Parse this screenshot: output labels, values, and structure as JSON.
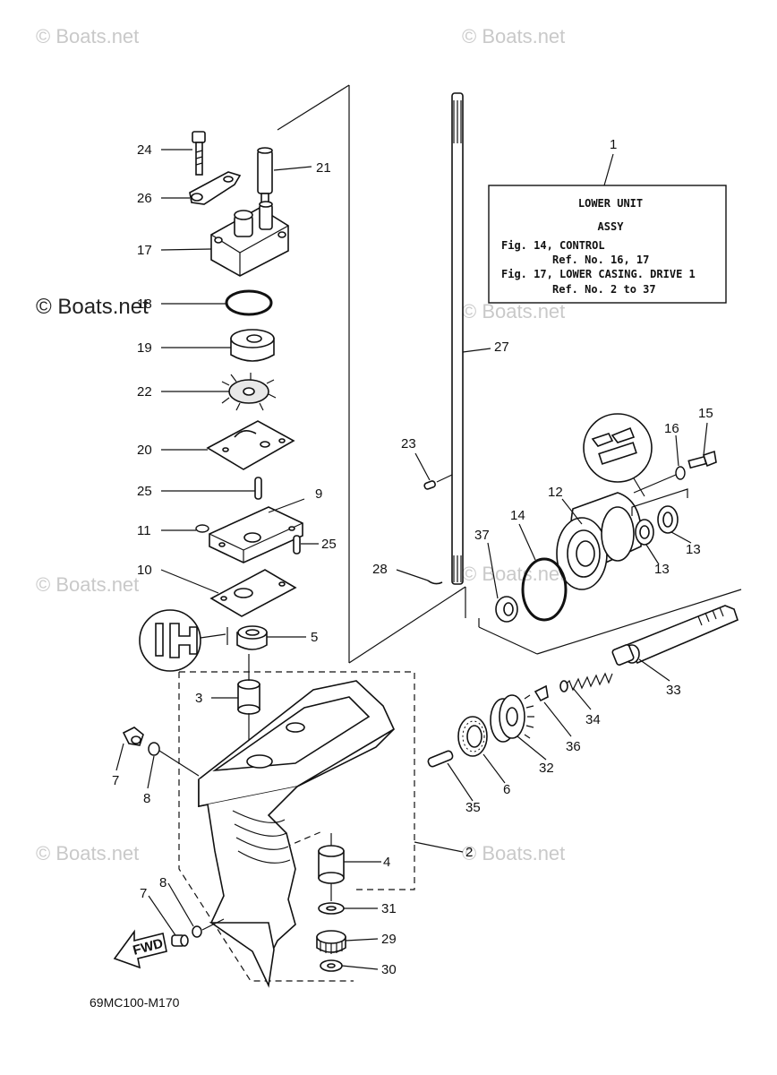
{
  "watermark": {
    "text": "© Boats.net"
  },
  "callouts": [
    {
      "id": "c24",
      "text": "24"
    },
    {
      "id": "c21",
      "text": "21"
    },
    {
      "id": "c26",
      "text": "26"
    },
    {
      "id": "c17",
      "text": "17"
    },
    {
      "id": "c18",
      "text": "18"
    },
    {
      "id": "c19",
      "text": "19"
    },
    {
      "id": "c22",
      "text": "22"
    },
    {
      "id": "c20",
      "text": "20"
    },
    {
      "id": "c25a",
      "text": "25"
    },
    {
      "id": "c9",
      "text": "9"
    },
    {
      "id": "c11",
      "text": "11"
    },
    {
      "id": "c25b",
      "text": "25"
    },
    {
      "id": "c10",
      "text": "10"
    },
    {
      "id": "c5",
      "text": "5"
    },
    {
      "id": "c3",
      "text": "3"
    },
    {
      "id": "c7a",
      "text": "7"
    },
    {
      "id": "c8a",
      "text": "8"
    },
    {
      "id": "c8b",
      "text": "8"
    },
    {
      "id": "c7b",
      "text": "7"
    },
    {
      "id": "c1",
      "text": "1"
    },
    {
      "id": "c27",
      "text": "27"
    },
    {
      "id": "c23",
      "text": "23"
    },
    {
      "id": "c15",
      "text": "15"
    },
    {
      "id": "c16",
      "text": "16"
    },
    {
      "id": "c12",
      "text": "12"
    },
    {
      "id": "c14",
      "text": "14"
    },
    {
      "id": "c37",
      "text": "37"
    },
    {
      "id": "c13a",
      "text": "13"
    },
    {
      "id": "c13b",
      "text": "13"
    },
    {
      "id": "c28",
      "text": "28"
    },
    {
      "id": "c33",
      "text": "33"
    },
    {
      "id": "c34",
      "text": "34"
    },
    {
      "id": "c36",
      "text": "36"
    },
    {
      "id": "c32",
      "text": "32"
    },
    {
      "id": "c6",
      "text": "6"
    },
    {
      "id": "c35",
      "text": "35"
    },
    {
      "id": "c2",
      "text": "2"
    },
    {
      "id": "c4",
      "text": "4"
    },
    {
      "id": "c31",
      "text": "31"
    },
    {
      "id": "c29",
      "text": "29"
    },
    {
      "id": "c30",
      "text": "30"
    }
  ],
  "info_box": {
    "title": "LOWER UNIT",
    "subtitle": "ASSY",
    "line1": "Fig. 14, CONTROL",
    "line2": "Ref. No. 16, 17",
    "line3": "Fig. 17, LOWER CASING. DRIVE 1",
    "line4": "Ref. No. 2 to 37"
  },
  "fwd_label": "FWD",
  "drawing_code": "69MC100-M170"
}
